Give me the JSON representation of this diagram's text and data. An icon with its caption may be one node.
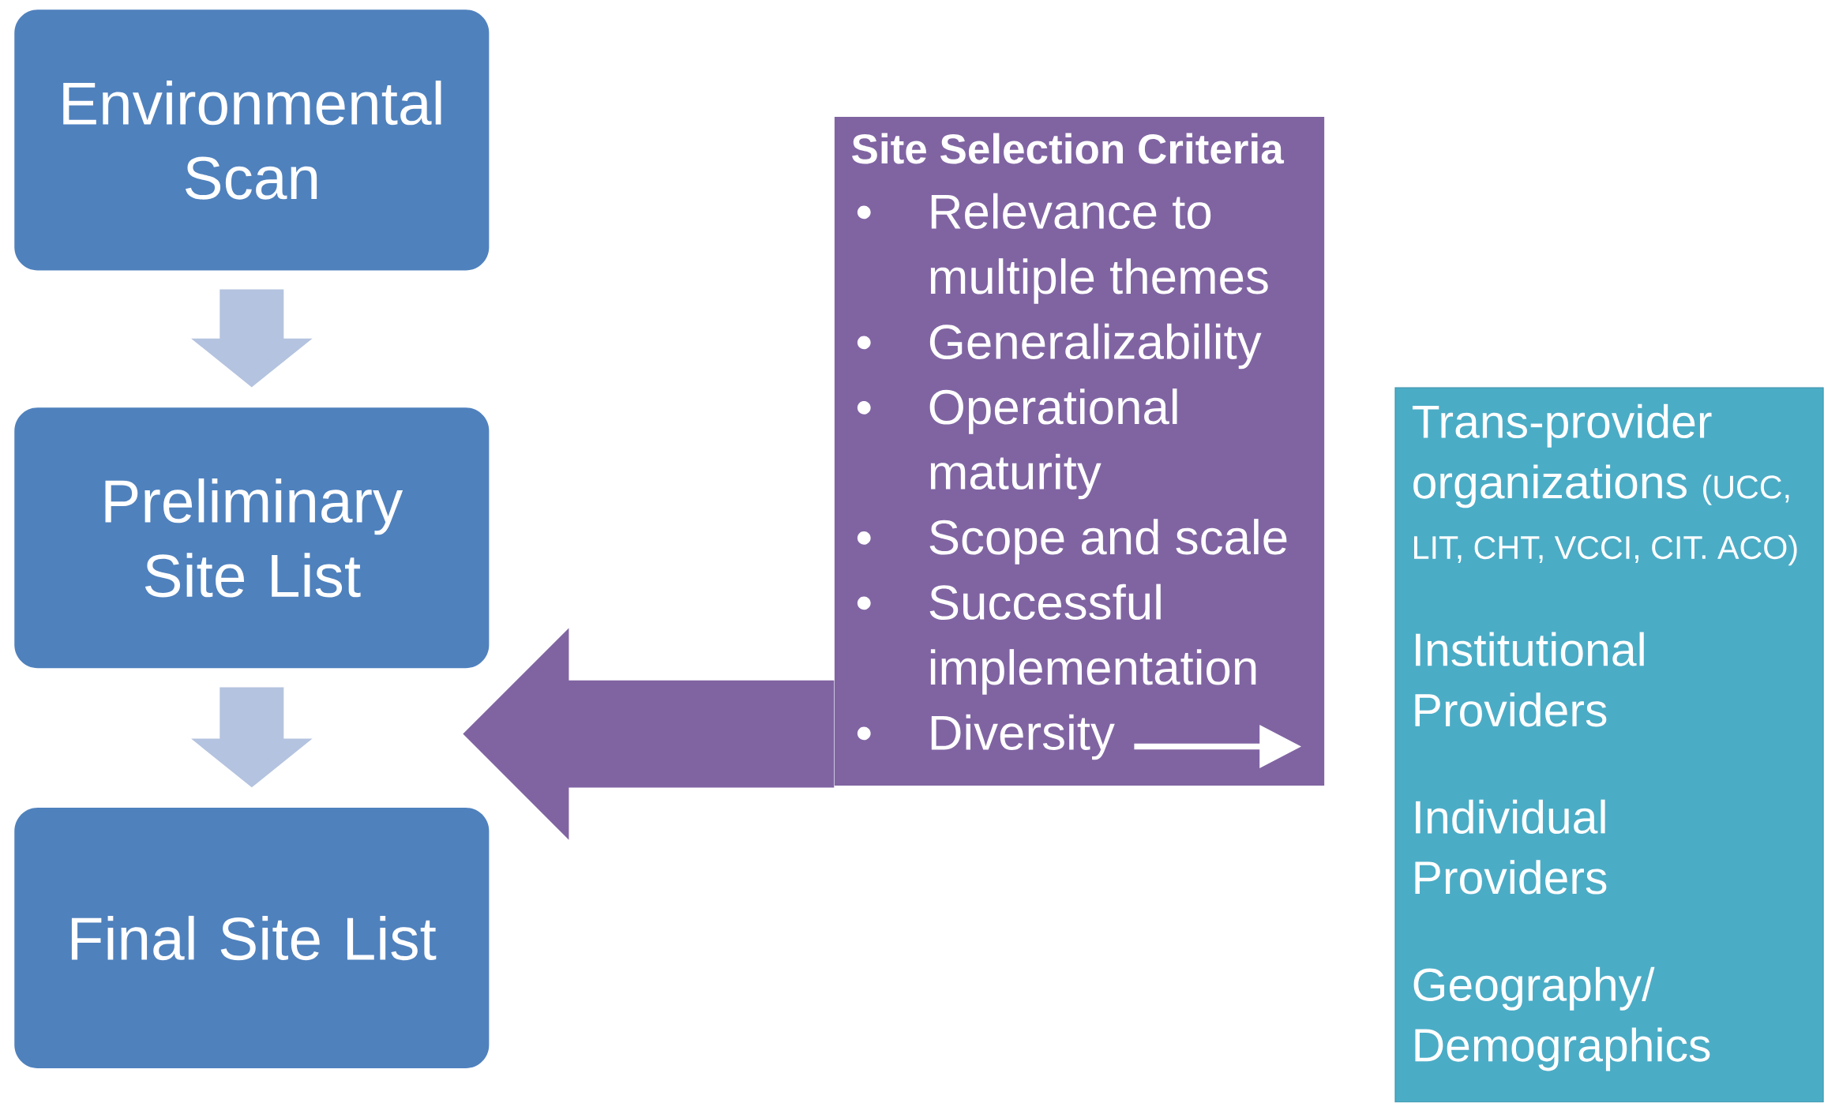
{
  "diagram": {
    "nodes": [
      {
        "text": [
          "Environmental Scan"
        ]
      },
      {
        "text": [
          "Preliminary Site List"
        ]
      },
      {
        "text": [
          "Final Site List"
        ]
      },
      {
        "text": [
          "Site Selection Criteria",
          "Relevance to multiple themes",
          "Generalizability",
          "Operational maturity",
          "Scope and scale",
          "Successful implementation",
          "Diversity"
        ]
      },
      {
        "text": [
          "Trans-provider organizations",
          "(UCC, LIT, CHT, VCCI, CIT. ACO)",
          "Institutional Providers",
          "Individual Providers",
          "Geography/ Demographics"
        ]
      }
    ],
    "edges": [
      {
        "from": 0,
        "to": 1,
        "arrow": "to",
        "color": "#b4c3df"
      },
      {
        "from": 1,
        "to": 2,
        "arrow": "to",
        "color": "#b4c3df"
      },
      {
        "from": 3,
        "to": null,
        "arrow": "to",
        "color": "#8064a2"
      },
      {
        "from": 3,
        "to": null,
        "arrow": "to",
        "color": "#ffffff"
      }
    ],
    "labels": [
      "•",
      "•",
      "•",
      "•",
      "•",
      "•"
    ]
  }
}
